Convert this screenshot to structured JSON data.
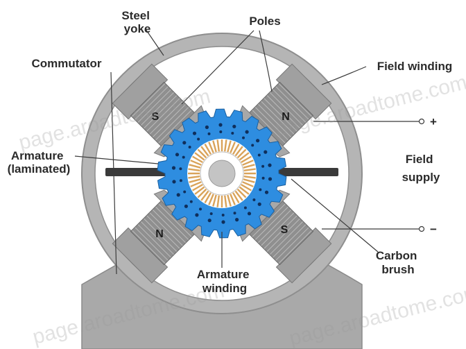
{
  "labels": {
    "steel_yoke": [
      "Steel",
      "yoke"
    ],
    "poles": "Poles",
    "commutator": "Commutator",
    "field_winding": "Field winding",
    "armature_laminated": [
      "Armature",
      "(laminated)"
    ],
    "field_supply": [
      "Field",
      "supply"
    ],
    "carbon_brush": [
      "Carbon",
      "brush"
    ],
    "armature_winding": [
      "Armature",
      "winding"
    ],
    "plus": "+",
    "minus": "−"
  },
  "poles": {
    "top_left": "S",
    "top_right": "N",
    "bottom_left": "N",
    "bottom_right": "S"
  },
  "watermarks": [
    "page.aroadtome.com",
    "page.aroadtome.com",
    "page.aroadtome.com",
    "page.aroadtome.com"
  ],
  "colors": {
    "yoke": "#b3b3b3",
    "pole": "#a8a8a8",
    "armature": "#2e8de0",
    "armature_slot": "#0f2f5c",
    "commutator": "#d9a35a",
    "brush": "#3b3b3b",
    "line": "#3a3a3a"
  }
}
